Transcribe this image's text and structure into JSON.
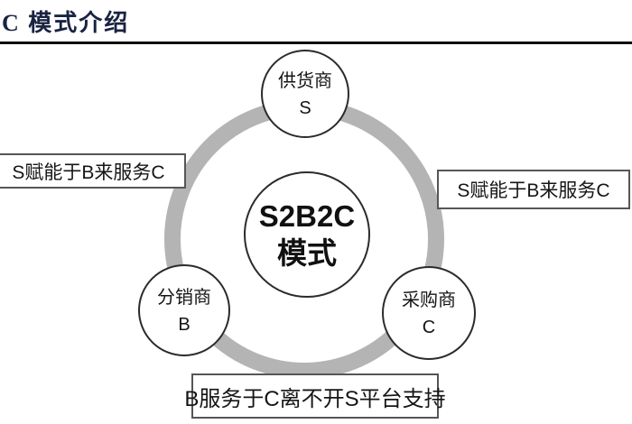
{
  "page": {
    "title": "C 模式介绍"
  },
  "diagram": {
    "center": {
      "line1": "S2B2C",
      "line2": "模式"
    },
    "nodes": [
      {
        "id": "supplier",
        "name": "供货商",
        "letter": "S"
      },
      {
        "id": "distributor",
        "name": "分销商",
        "letter": "B"
      },
      {
        "id": "purchaser",
        "name": "采购商",
        "letter": "C"
      }
    ],
    "labels": {
      "left": "S赋能于B来服务C",
      "right": "S赋能于B来服务C",
      "bottom": "B服务于C离不开S平台支持"
    },
    "colors": {
      "title": "#1a2342",
      "rule": "#0e0e0e",
      "ring": "#b4b4b4",
      "circle_border": "#2b2b2b",
      "label_border": "#565656"
    }
  }
}
